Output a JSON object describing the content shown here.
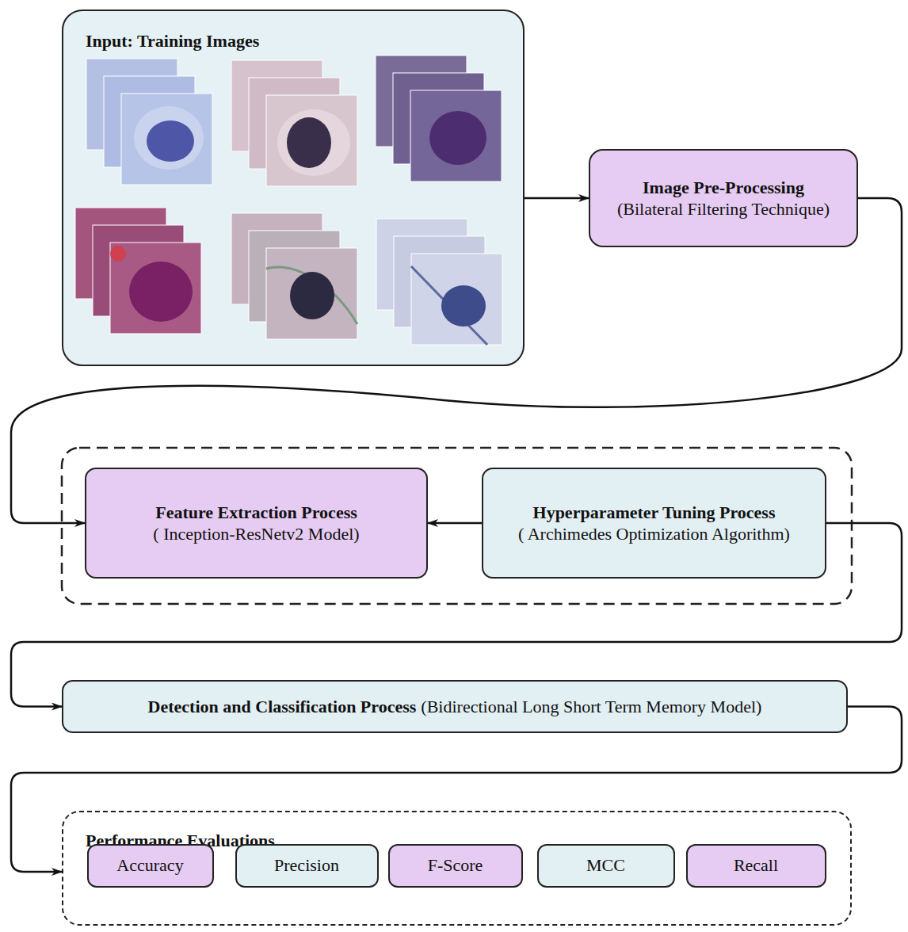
{
  "diagram": {
    "nodes": [
      {
        "text": [
          "Input: Training Images"
        ]
      },
      {
        "text": [
          "Image Pre-Processing",
          "(Bilateral Filtering Technique)"
        ]
      },
      {
        "text": [
          "Feature Extraction Process",
          "( Inception-ResNetv2 Model)"
        ]
      },
      {
        "text": [
          "Hyperparameter Tuning Process",
          "( Archimedes Optimization Algorithm)"
        ]
      },
      {
        "text": [
          "Detection and Classification Process",
          "(Bidirectional Long Short Term Memory Model)"
        ]
      },
      {
        "text": [
          "Performance Evaluations"
        ]
      },
      {
        "text": [
          "Accuracy"
        ],
        "in": 5
      },
      {
        "text": [
          "Precision"
        ],
        "in": 5
      },
      {
        "text": [
          "F-Score"
        ],
        "in": 5
      },
      {
        "text": [
          "MCC"
        ],
        "in": 5
      },
      {
        "text": [
          "Recall"
        ],
        "in": 5
      }
    ],
    "edges": [
      {
        "from": 0,
        "to": 1,
        "arrow": "to"
      },
      {
        "from": 1,
        "to": 2,
        "arrow": "to"
      },
      {
        "from": 3,
        "to": 2,
        "arrow": "to"
      },
      {
        "from": 3,
        "to": 4,
        "arrow": "to"
      },
      {
        "from": 4,
        "to": 5,
        "arrow": "to"
      }
    ]
  }
}
